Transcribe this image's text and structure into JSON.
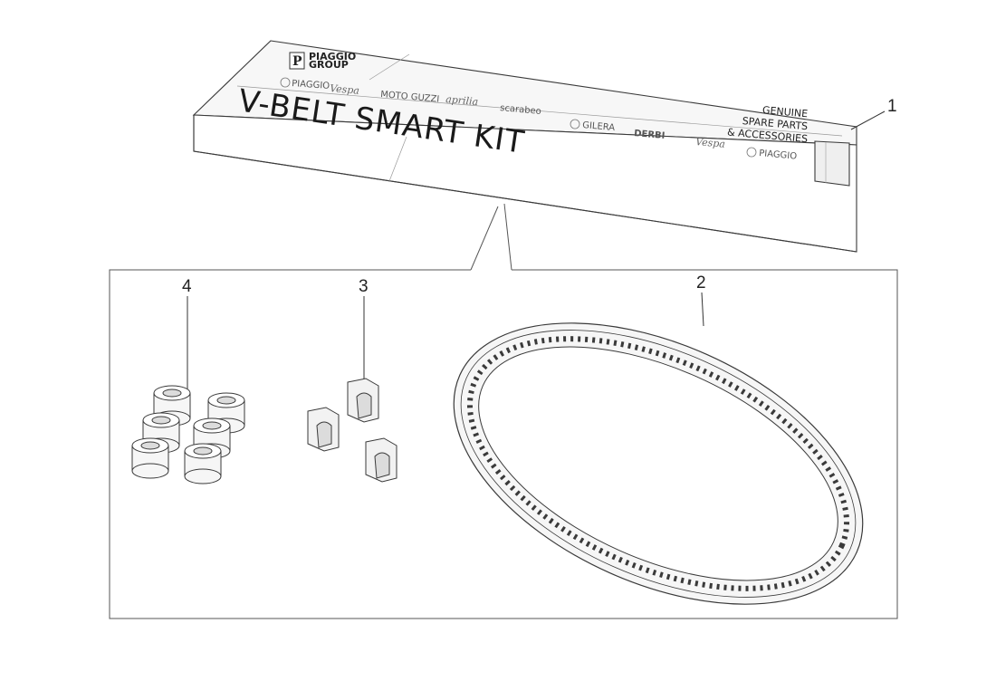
{
  "box": {
    "title": "V-BELT SMART KIT",
    "corner_label": [
      "GENUINE",
      "SPARE PARTS",
      "& ACCESSORIES"
    ],
    "group_logo": [
      "PIAGGIO",
      "GROUP"
    ],
    "brands": [
      "PIAGGIO",
      "Vespa",
      "MOTO GUZZI",
      "aprilia",
      "scarabeo",
      "GILERA",
      "DERBI",
      "Vespa",
      "PIAGGIO"
    ]
  },
  "callouts": [
    "1",
    "2",
    "3",
    "4"
  ],
  "colors": {
    "line": "#3a3a3a",
    "shade": "#dcdcdc",
    "light": "#f2f2f2"
  }
}
